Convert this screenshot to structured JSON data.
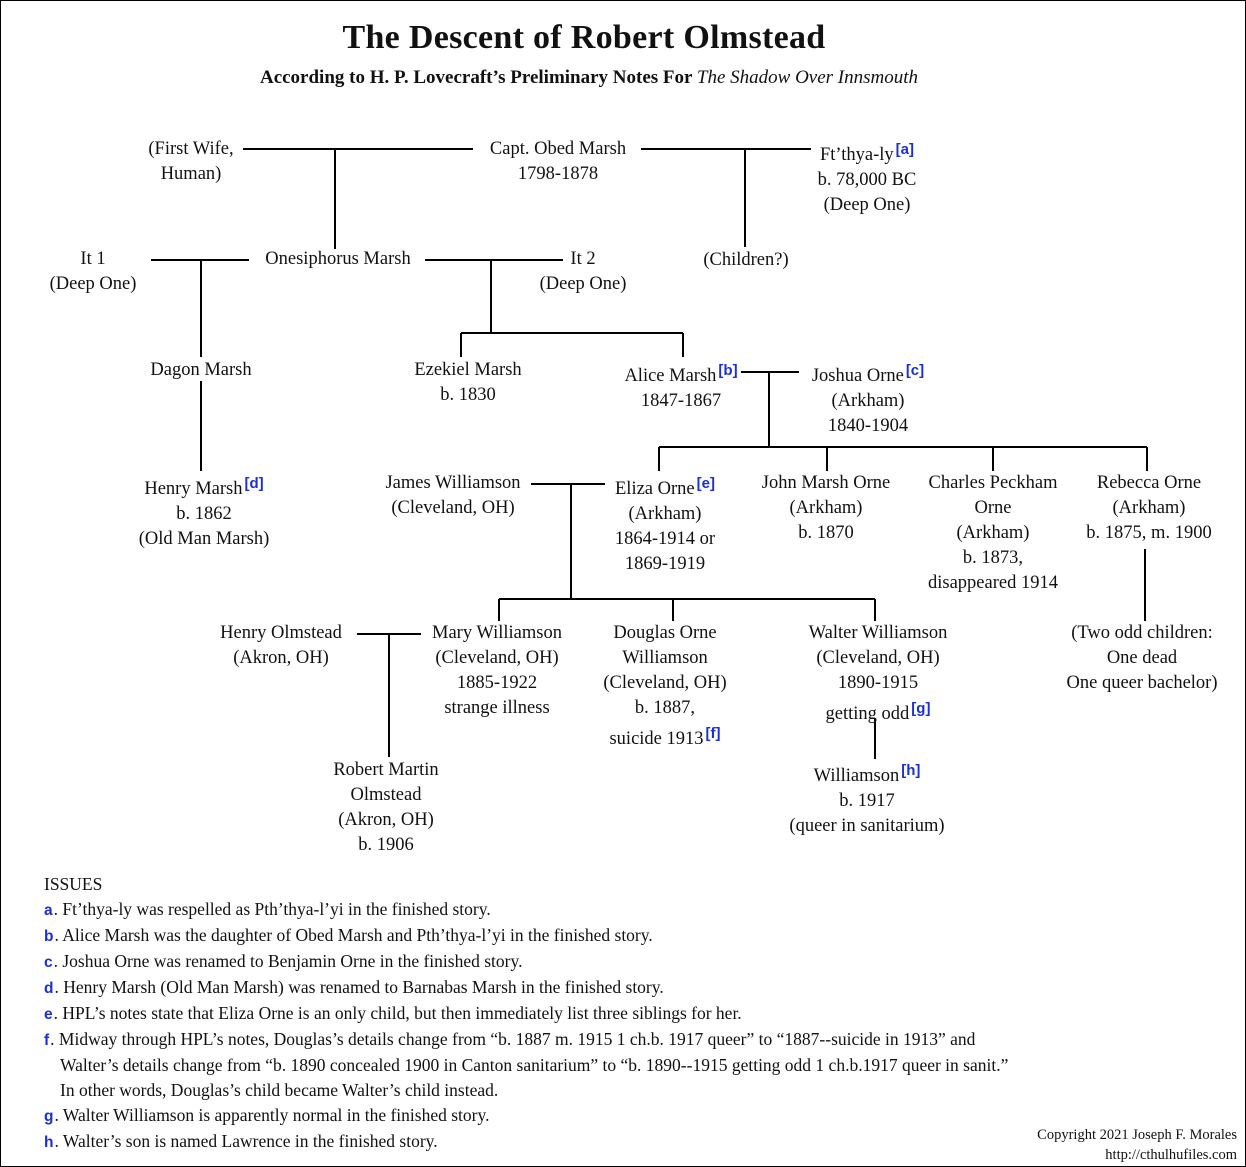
{
  "title": "The Descent of Robert Olmstead",
  "subtitle": "According to H. P. Lovecraft’s Preliminary Notes For",
  "subtitle_work": "The Shadow Over Innsmouth",
  "colors": {
    "footnote_marker": "#1a2fd6",
    "line": "#000000"
  },
  "people": {
    "first_wife": {
      "lines": [
        "(First Wife,",
        "Human)"
      ]
    },
    "obed": {
      "lines": [
        "Capt. Obed Marsh",
        "1798-1878"
      ]
    },
    "fthyaly": {
      "lines": [
        "Ft’thya-ly",
        "b. 78,000 BC",
        "(Deep One)"
      ],
      "note": "[a]"
    },
    "children_q": {
      "lines": [
        "(Children?)"
      ]
    },
    "it1": {
      "lines": [
        "It 1",
        "(Deep One)"
      ]
    },
    "onesiphorus": {
      "lines": [
        "Onesiphorus Marsh"
      ]
    },
    "it2": {
      "lines": [
        "It 2",
        "(Deep One)"
      ]
    },
    "dagon": {
      "lines": [
        "Dagon Marsh"
      ]
    },
    "ezekiel": {
      "lines": [
        "Ezekiel Marsh",
        "b. 1830"
      ]
    },
    "alice": {
      "lines": [
        "Alice Marsh",
        "1847-1867"
      ],
      "note": "[b]"
    },
    "joshua": {
      "lines": [
        "Joshua Orne",
        "(Arkham)",
        "1840-1904"
      ],
      "note": "[c]"
    },
    "henry_marsh": {
      "lines": [
        "Henry Marsh",
        "b. 1862",
        "(Old Man Marsh)"
      ],
      "note": "[d]"
    },
    "james": {
      "lines": [
        "James Williamson",
        "(Cleveland, OH)"
      ]
    },
    "eliza": {
      "lines": [
        "Eliza Orne",
        "(Arkham)",
        "1864-1914 or",
        "1869-1919"
      ],
      "note": "[e]"
    },
    "john": {
      "lines": [
        "John Marsh Orne",
        "(Arkham)",
        "b. 1870"
      ]
    },
    "charles": {
      "lines": [
        "Charles Peckham",
        "Orne",
        "(Arkham)",
        "b. 1873,",
        "disappeared 1914"
      ]
    },
    "rebecca": {
      "lines": [
        "Rebecca Orne",
        "(Arkham)",
        "b. 1875, m. 1900"
      ]
    },
    "henry_olmstead": {
      "lines": [
        "Henry Olmstead",
        "(Akron, OH)"
      ]
    },
    "mary": {
      "lines": [
        "Mary Williamson",
        "(Cleveland, OH)",
        "1885-1922",
        "strange illness"
      ]
    },
    "douglas": {
      "lines": [
        "Douglas Orne",
        "Williamson",
        "(Cleveland, OH)",
        "b. 1887,",
        "suicide 1913"
      ],
      "note": "[f]"
    },
    "walter": {
      "lines": [
        "Walter Williamson",
        "(Cleveland, OH)",
        "1890-1915",
        "getting odd"
      ],
      "note": "[g]"
    },
    "two_odd": {
      "lines": [
        "(Two odd children:",
        "One dead",
        "One queer bachelor)"
      ]
    },
    "robert": {
      "lines": [
        "Robert Martin",
        "Olmstead",
        "(Akron, OH)",
        "b. 1906"
      ]
    },
    "williamson_son": {
      "lines": [
        "Williamson",
        "b. 1917",
        "(queer in sanitarium)"
      ],
      "note": "[h]"
    }
  },
  "issues": {
    "heading": "ISSUES",
    "items": [
      {
        "letter": "a",
        "text": ". Ft’thya-ly was respelled as Pth’thya-l’yi in the finished story."
      },
      {
        "letter": "b",
        "text": ". Alice Marsh was the daughter of Obed Marsh and Pth’thya-l’yi in the finished story."
      },
      {
        "letter": "c",
        "text": ". Joshua Orne was renamed to Benjamin Orne in the finished story."
      },
      {
        "letter": "d",
        "text": ". Henry Marsh (Old Man Marsh) was renamed to Barnabas Marsh in the finished story."
      },
      {
        "letter": "e",
        "text": ". HPL’s notes state that Eliza Orne is an only child, but then immediately list three siblings for her."
      },
      {
        "letter": "f",
        "text": ". Midway through HPL’s notes, Douglas’s details change from “b. 1887 m. 1915 1 ch.b. 1917 queer” to “1887--suicide in 1913” and"
      },
      {
        "letter": "",
        "text": "Walter’s details change from “b. 1890 concealed 1900 in Canton sanitarium” to “b. 1890--1915 getting odd 1 ch.b.1917 queer in sanit.”"
      },
      {
        "letter": "",
        "text": "In other words, Douglas’s child became Walter’s child instead."
      },
      {
        "letter": "g",
        "text": ". Walter Williamson is apparently normal in the finished story."
      },
      {
        "letter": "h",
        "text": ". Walter’s son is named Lawrence in the finished story."
      }
    ]
  },
  "copyright": {
    "line1": "Copyright 2021 Joseph F. Morales",
    "line2": "http://cthulhufiles.com"
  }
}
